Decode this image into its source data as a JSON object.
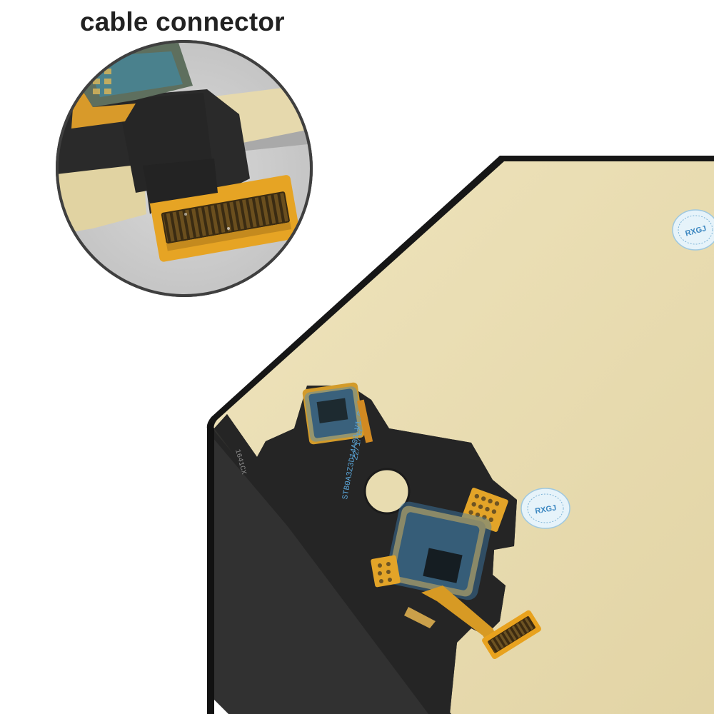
{
  "caption": "cable connector",
  "colors": {
    "panel_back": "#e8dcb0",
    "panel_frame": "#161616",
    "flex_cable": "#262626",
    "connector": "#e8a21e",
    "ic_blue": "#3f7fb0",
    "sticker": "#e6f3fa",
    "sticker_text": "#3a86c0",
    "callout_bg": "#cfcfcf"
  },
  "panel_print": {
    "part_code": "STB0A3Z3D14A00_V1.0",
    "date_code": "22/1/17",
    "side_code": "1641CX"
  },
  "stickers": [
    {
      "label": "RXGJ"
    },
    {
      "label": "RXGJ"
    }
  ]
}
